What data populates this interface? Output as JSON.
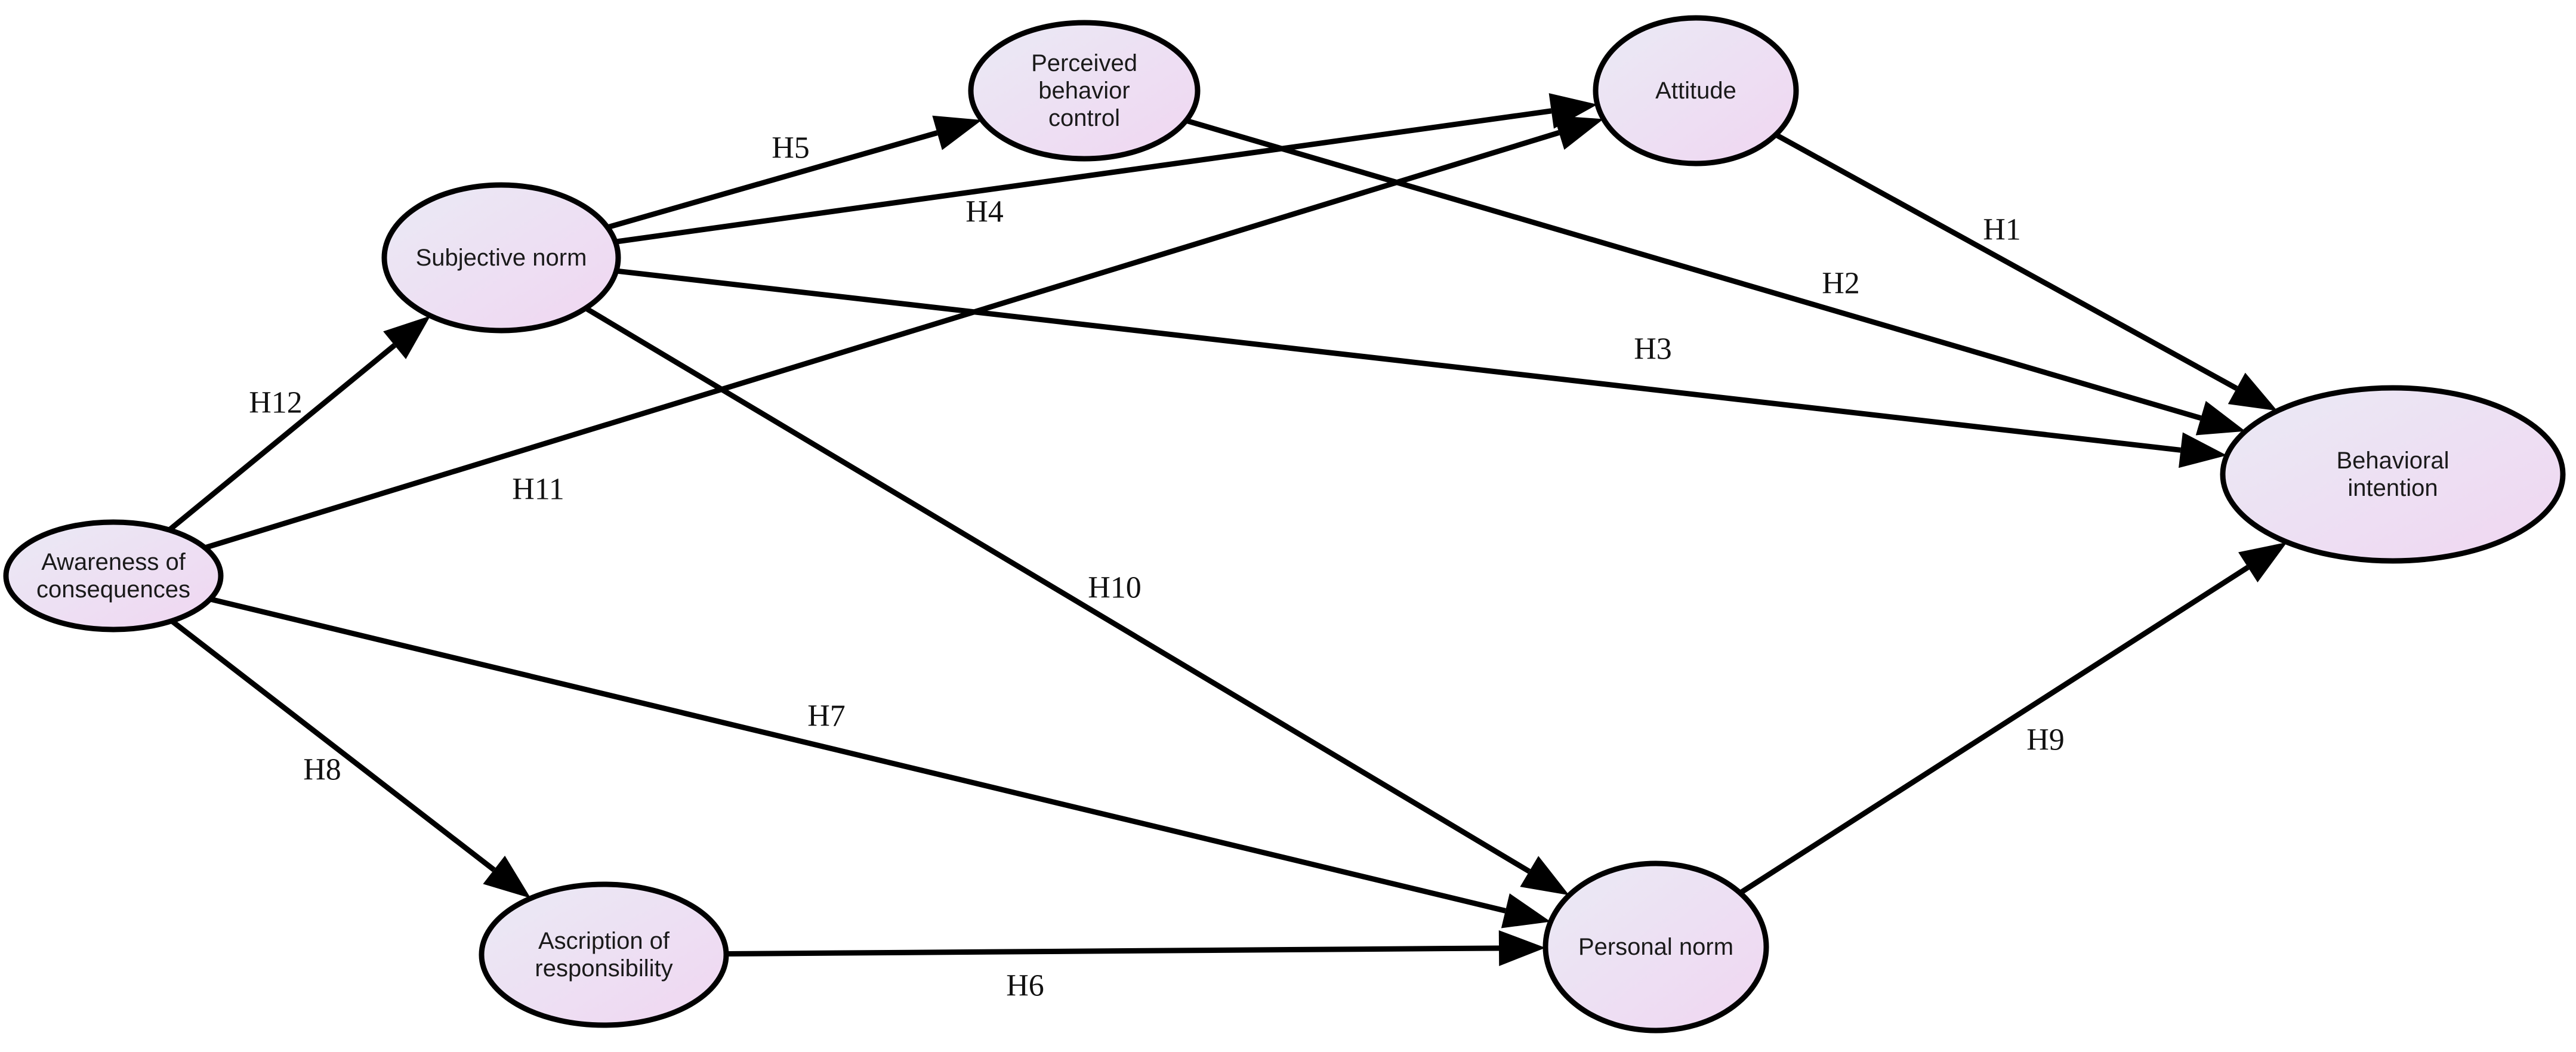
{
  "colors": {
    "node_fill_start": "#eaeaf4",
    "node_fill_end": "#f0d6f2",
    "stroke": "#000000",
    "background": "#ffffff"
  },
  "nodes": [
    {
      "id": "awareness",
      "lines": [
        "Awareness of",
        "consequences"
      ]
    },
    {
      "id": "subjective",
      "lines": [
        "Subjective norm"
      ]
    },
    {
      "id": "pbc",
      "lines": [
        "Perceived",
        "behavior",
        "control"
      ]
    },
    {
      "id": "attitude",
      "lines": [
        "Attitude"
      ]
    },
    {
      "id": "behavioral",
      "lines": [
        "Behavioral",
        "intention"
      ]
    },
    {
      "id": "ascription",
      "lines": [
        "Ascription of",
        "responsibility"
      ]
    },
    {
      "id": "personal",
      "lines": [
        "Personal norm"
      ]
    }
  ],
  "edges": [
    {
      "from": "attitude",
      "to": "behavioral",
      "label": "H1"
    },
    {
      "from": "pbc",
      "to": "behavioral",
      "label": "H2"
    },
    {
      "from": "subjective",
      "to": "behavioral",
      "label": "H3"
    },
    {
      "from": "subjective",
      "to": "attitude",
      "label": "H4"
    },
    {
      "from": "subjective",
      "to": "pbc",
      "label": "H5"
    },
    {
      "from": "ascription",
      "to": "personal",
      "label": "H6"
    },
    {
      "from": "awareness",
      "to": "personal",
      "label": "H7"
    },
    {
      "from": "awareness",
      "to": "ascription",
      "label": "H8"
    },
    {
      "from": "personal",
      "to": "behavioral",
      "label": "H9"
    },
    {
      "from": "subjective",
      "to": "personal",
      "label": "H10"
    },
    {
      "from": "awareness",
      "to": "attitude",
      "label": "H11"
    },
    {
      "from": "awareness",
      "to": "subjective",
      "label": "H12"
    }
  ]
}
